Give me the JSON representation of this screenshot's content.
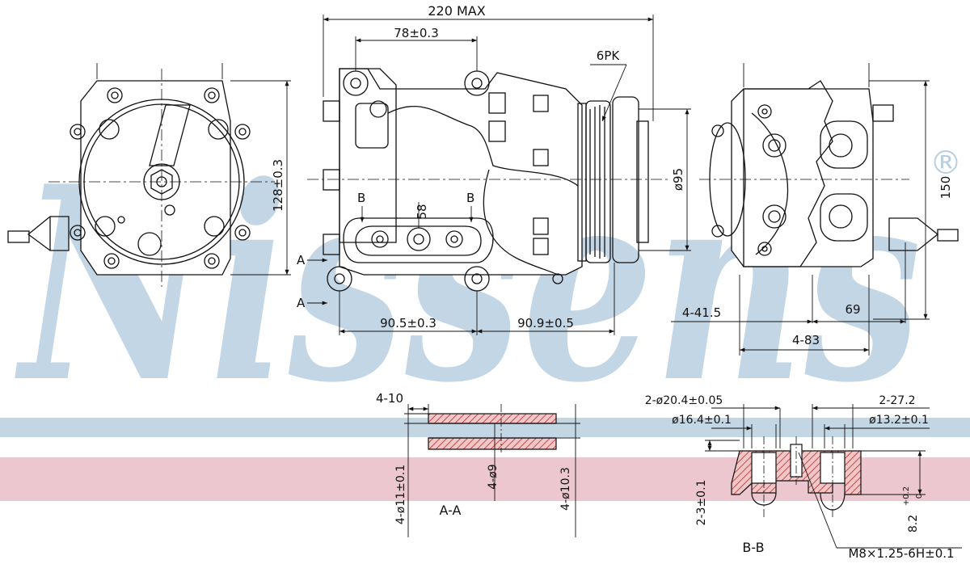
{
  "brand": {
    "watermark_text": "Nissens",
    "registered_mark": "®",
    "watermark_color": "#b9cfe0",
    "band_blue": "#c2d6e4",
    "band_pink": "#ecc7cf"
  },
  "dimensions": {
    "overall_width": "220 MAX",
    "bolt_spacing_top": "78±0.3",
    "belt": "6PK",
    "pulley_diameter": "ø95",
    "height_left": "128±0.3",
    "bottom_left": "90.5±0.3",
    "bottom_right": "90.9±0.5",
    "right_height": "150",
    "right_41": "4-41.5",
    "right_69": "69",
    "right_83": "4-83",
    "port_spacing": "58"
  },
  "section_labels": {
    "a_top": "A",
    "a_bottom": "A",
    "b_left": "B",
    "b_right": "B",
    "aa": "A-A",
    "bb": "B-B"
  },
  "section_aa": {
    "width": "4-10",
    "d11": "4-ø11±0.1",
    "d9": "4-ø9",
    "d103": "4-ø10.3"
  },
  "section_bb": {
    "d204": "2-ø20.4±0.05",
    "d164": "ø16.4±0.1",
    "d272": "2-27.2",
    "d132": "ø13.2±0.1",
    "h23": "2-3±0.1",
    "h82": "8.2",
    "h82_tol_upper": "+0.2",
    "h82_tol_lower": "0",
    "thread": "M8×1.25-6H±0.1"
  }
}
